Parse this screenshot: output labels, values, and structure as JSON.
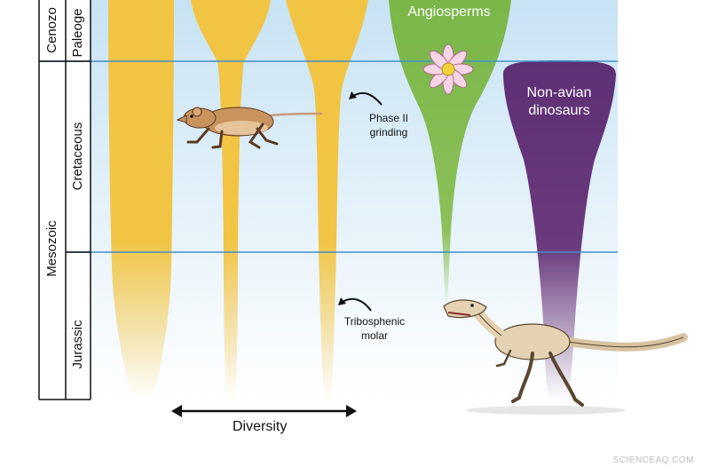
{
  "time_scale": {
    "eras": [
      {
        "label": "Cenozoic",
        "display": "Cenozo"
      },
      {
        "label": "Mesozoic",
        "display": "Mesozoic"
      }
    ],
    "periods": [
      {
        "label": "Paleogene",
        "display": "Paleoge"
      },
      {
        "label": "Cretaceous",
        "display": "Cretaceous"
      },
      {
        "label": "Jurassic",
        "display": "Jurassic"
      }
    ]
  },
  "clades": {
    "angiosperms": "Angiosperms",
    "dinosaurs_line1": "Non-avian",
    "dinosaurs_line2": "dinosaurs"
  },
  "annotations": {
    "phase2_line1": "Phase II",
    "phase2_line2": "grinding",
    "tribo_line1": "Tribosphenic",
    "tribo_line2": "molar"
  },
  "axis": {
    "diversity_label": "Diversity"
  },
  "watermark": "SCIENCEAQ.COM",
  "colors": {
    "mammal_yellow": "#f2c443",
    "angiosperm_green": "#7ab648",
    "dinosaur_purple": "#6b3a7d",
    "sky_blue": "#cde6f4",
    "boundary_blue": "#3f8fc9"
  },
  "icons": [
    "mammal-illustration",
    "lotus-flower-icon",
    "theropod-dinosaur-illustration"
  ]
}
